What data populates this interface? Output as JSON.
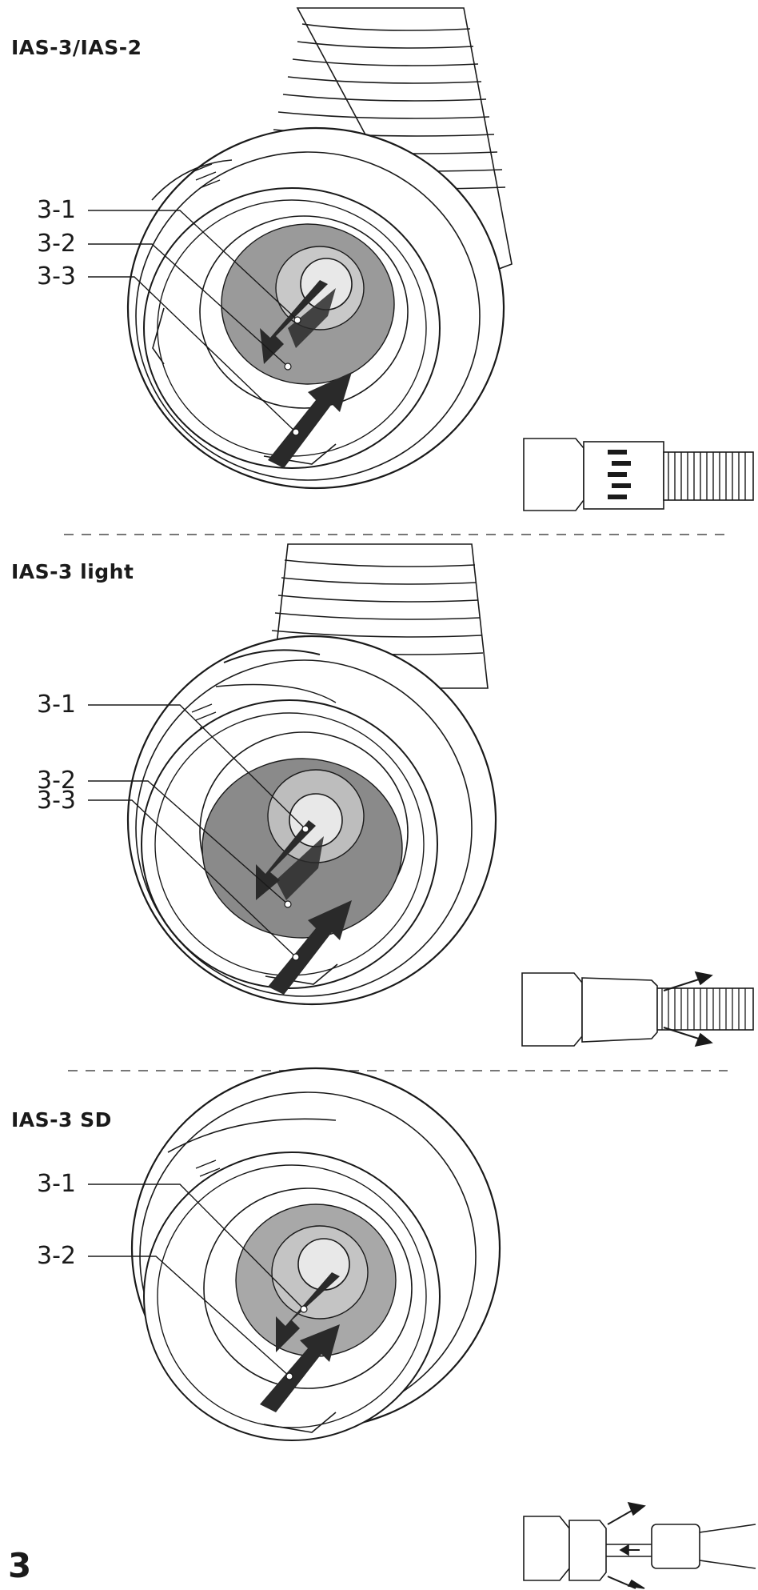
{
  "sections": [
    {
      "title": "IAS-3/IAS-2",
      "callouts": [
        "3-1",
        "3-2",
        "3-3"
      ]
    },
    {
      "title": "IAS-3 light",
      "callouts": [
        "3-1",
        "3-2",
        "3-3"
      ]
    },
    {
      "title": "IAS-3 SD",
      "callouts": [
        "3-1",
        "3-2"
      ]
    }
  ],
  "page_number": "3",
  "colors": {
    "line": "#1a1a1a",
    "insert_gray": "#9a9a9a",
    "arrow_dark": "#2a2a2a",
    "dashed": "#777777"
  }
}
